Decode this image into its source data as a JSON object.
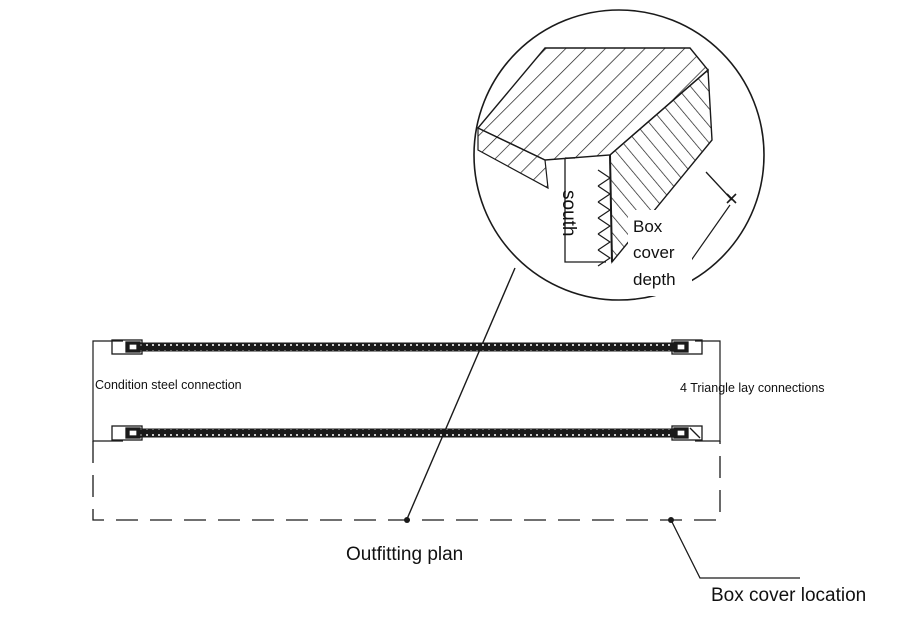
{
  "labels": {
    "south": "south",
    "box_cover_depth_1": "Box",
    "box_cover_depth_2": "cover",
    "box_cover_depth_3": "depth",
    "condition_steel": "Condition steel connection",
    "triangle_lay": "4 Triangle lay connections",
    "outfitting_plan": "Outfitting plan",
    "box_cover_location": "Box cover location"
  },
  "colors": {
    "line": "#1a1a1a",
    "background": "#ffffff"
  }
}
